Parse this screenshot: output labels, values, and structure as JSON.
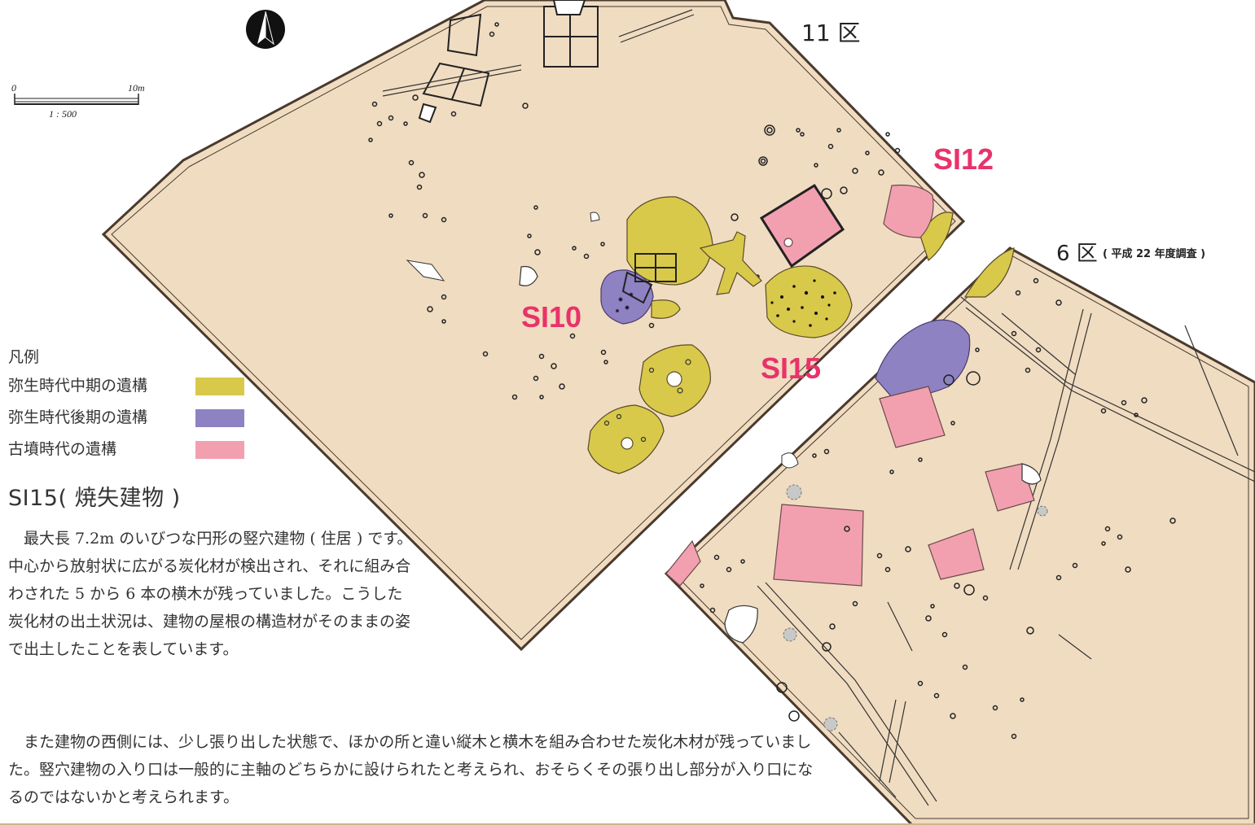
{
  "scale_bar": {
    "start": "0",
    "end": "10m",
    "ratio": "1 : 500"
  },
  "north_icon": "north-arrow-icon",
  "zones": {
    "zone11": "11 区",
    "zone6": "6 区",
    "zone6_note": "( 平成 22 年度調査 )"
  },
  "features": {
    "si10": "SI10",
    "si12": "SI12",
    "si15": "SI15"
  },
  "legend": {
    "title": "凡例",
    "items": [
      {
        "label": "弥生時代中期の遺構",
        "color": "#d8c94a"
      },
      {
        "label": "弥生時代後期の遺構",
        "color": "#8e82c2"
      },
      {
        "label": "古墳時代の遺構",
        "color": "#f2a0b0"
      }
    ]
  },
  "article": {
    "heading": "SI15( 焼失建物 )",
    "para1": "　最大長 7.2m のいびつな円形の竪穴建物 ( 住居 ) です。中心から放射状に広がる炭化材が検出され、それに組み合わされた 5 から 6 本の横木が残っていました。こうした炭化材の出土状況は、建物の屋根の構造材がそのままの姿で出土したことを表しています。",
    "para2": "　また建物の西側には、少し張り出した状態で、ほかの所と違い縦木と横木を組み合わせた炭化木材が残っていました。竪穴建物の入り口は一般的に主軸のどちらかに設けられたと考えられ、おそらくその張り出し部分が入り口になるのではないかと考えられます。"
  },
  "colors": {
    "ground": "#f0dcc1",
    "outline": "#4a3a2e",
    "yayoi_middle": "#d8c94a",
    "yayoi_late": "#8e82c2",
    "kofun": "#f2a0b0",
    "label": "#e8336a"
  }
}
